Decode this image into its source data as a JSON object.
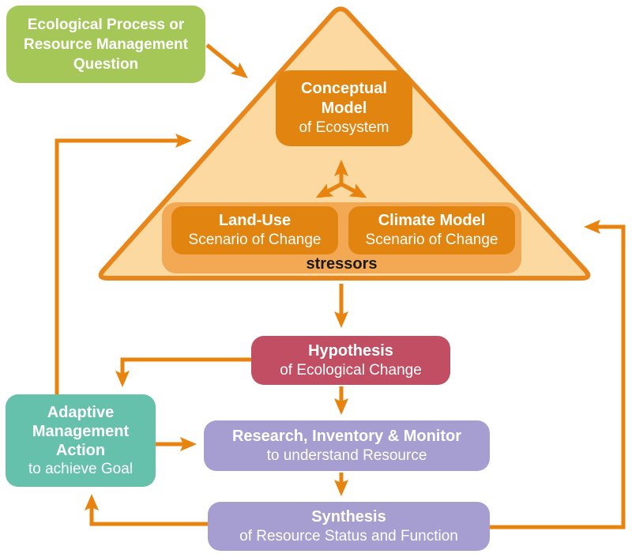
{
  "colors": {
    "green": "#a4c758",
    "orange_dark": "#e28410",
    "orange_mid": "#f3a853",
    "triangle_fill": "#fcd9a0",
    "triangle_border": "#e8861b",
    "arrow": "#e8830f",
    "red": "#c14e63",
    "teal": "#65c1ac",
    "purple": "#a69dd0",
    "stressors_text": "#1a1a1a"
  },
  "boxes": {
    "question": {
      "lines": [
        "Ecological Process or",
        "Resource Management",
        "Question"
      ]
    },
    "conceptual": {
      "bold_lines": [
        "Conceptual",
        "Model"
      ],
      "normal": "of Ecosystem"
    },
    "land_use": {
      "bold": "Land-Use",
      "normal": "Scenario of Change"
    },
    "climate": {
      "bold": "Climate Model",
      "normal": "Scenario of Change"
    },
    "stressors": {
      "label": "stressors"
    },
    "hypothesis": {
      "bold": "Hypothesis",
      "normal": "of Ecological Change"
    },
    "adaptive": {
      "bold_lines": [
        "Adaptive",
        "Management",
        "Action"
      ],
      "normal": "to achieve Goal"
    },
    "research": {
      "bold": "Research, Inventory & Monitor",
      "normal": "to understand Resource"
    },
    "synthesis": {
      "bold": "Synthesis",
      "normal": "of Resource Status and Function"
    }
  }
}
